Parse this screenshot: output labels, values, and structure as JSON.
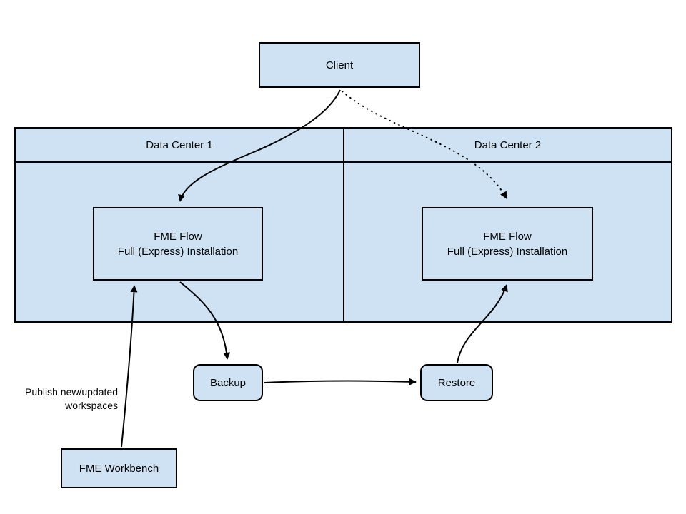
{
  "colors": {
    "node_fill": "#cfe2f3",
    "node_border": "#000000",
    "connector": "#000000",
    "background": "#ffffff",
    "text": "#000000"
  },
  "nodes": {
    "client": {
      "label": "Client"
    },
    "data_center_1": {
      "label": "Data Center 1"
    },
    "data_center_2": {
      "label": "Data Center 2"
    },
    "fme_flow_dc1": {
      "line1": "FME Flow",
      "line2": "Full (Express) Installation"
    },
    "fme_flow_dc2": {
      "line1": "FME Flow",
      "line2": "Full (Express) Installation"
    },
    "backup": {
      "label": "Backup"
    },
    "restore": {
      "label": "Restore"
    },
    "fme_workbench": {
      "label": "FME Workbench"
    }
  },
  "annotations": {
    "publish_note": {
      "line1": "Publish new/updated",
      "line2": "workspaces"
    }
  }
}
